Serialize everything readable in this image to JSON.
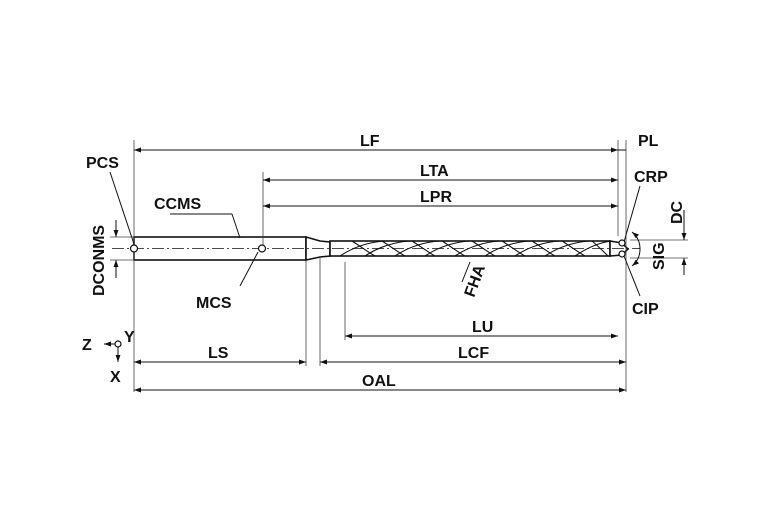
{
  "labels": {
    "lf": "LF",
    "pl": "PL",
    "lta": "LTA",
    "lpr": "LPR",
    "crp": "CRP",
    "dc": "DC",
    "pcs": "PCS",
    "ccms": "CCMS",
    "dconms": "DCONMS",
    "mcs": "MCS",
    "sig": "SIG",
    "fha": "FHA",
    "cip": "CIP",
    "lu": "LU",
    "ls": "LS",
    "lcf": "LCF",
    "oal": "OAL",
    "axis_z": "Z",
    "axis_y": "Y",
    "axis_x": "X"
  },
  "colors": {
    "line": "#111111",
    "background": "#ffffff"
  }
}
